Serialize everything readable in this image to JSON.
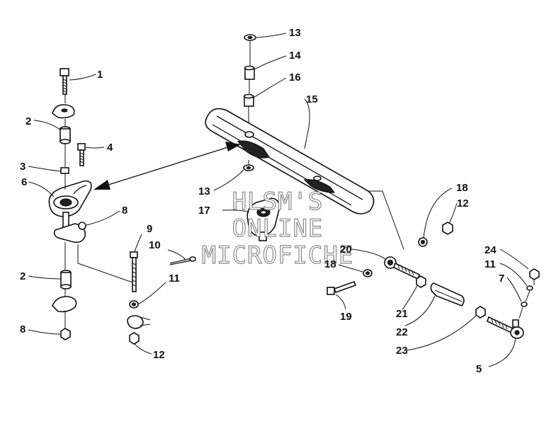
{
  "watermark": {
    "line1": "HLSM'S",
    "line2": "ONLINE",
    "line3": "MICROFICHE"
  },
  "callouts": [
    "1",
    "2",
    "3",
    "4",
    "5",
    "6",
    "7",
    "8",
    "9",
    "10",
    "11",
    "12",
    "13",
    "14",
    "15",
    "16",
    "17",
    "18",
    "19",
    "20",
    "21",
    "22",
    "23",
    "24"
  ],
  "labels": {
    "l1": "1",
    "l2a": "2",
    "l2b": "2",
    "l3": "3",
    "l4": "4",
    "l5": "5",
    "l6": "6",
    "l7": "7",
    "l8a": "8",
    "l8b": "8",
    "l9": "9",
    "l10": "10",
    "l11a": "11",
    "l11b": "11",
    "l12a": "12",
    "l12b": "12",
    "l13a": "13",
    "l13b": "13",
    "l14": "14",
    "l15": "15",
    "l16": "16",
    "l17": "17",
    "l18a": "18",
    "l18b": "18",
    "l19": "19",
    "l20": "20",
    "l21": "21",
    "l22": "22",
    "l23": "23",
    "l24": "24"
  }
}
